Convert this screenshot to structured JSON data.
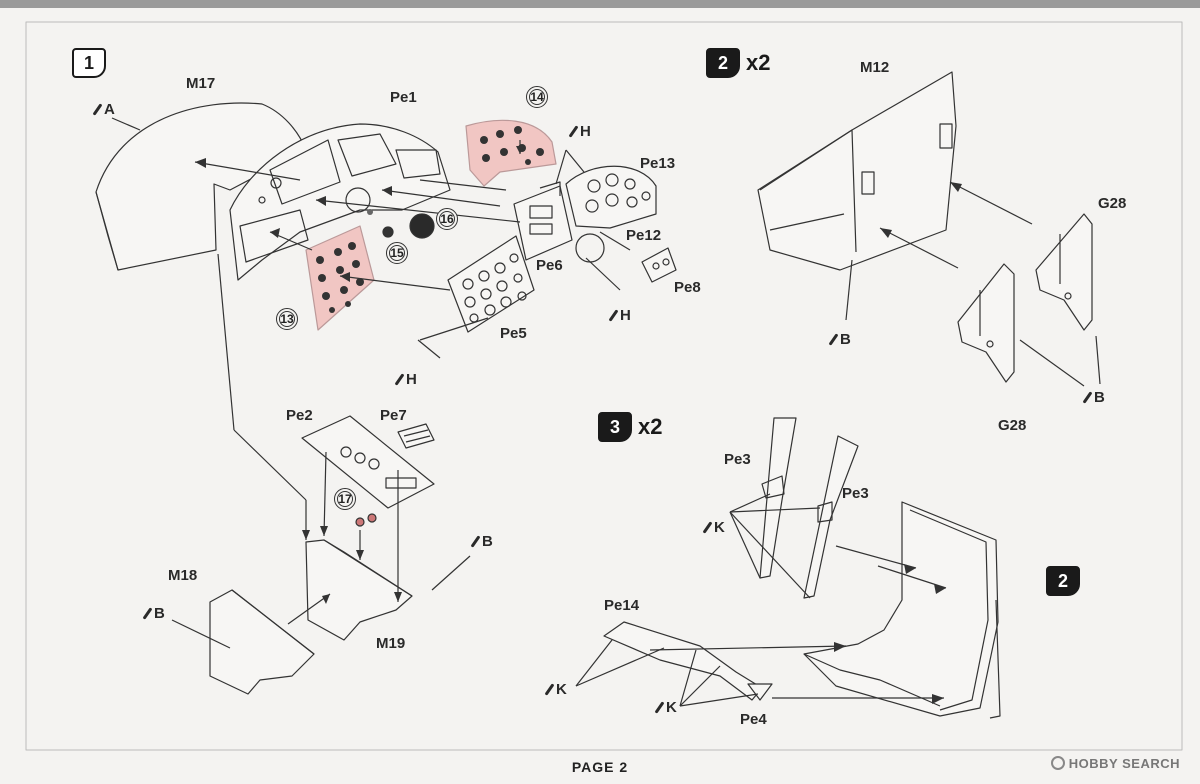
{
  "page": {
    "footer": "PAGE 2"
  },
  "watermark": "HOBBY SEARCH",
  "steps": [
    {
      "number": "1",
      "multiplier": ""
    },
    {
      "number": "2",
      "multiplier": "x2"
    },
    {
      "number": "3",
      "multiplier": "x2"
    }
  ],
  "step_ref": "2",
  "part_labels": {
    "m17": "M17",
    "pe1": "Pe1",
    "pe13": "Pe13",
    "pe12": "Pe12",
    "pe6": "Pe6",
    "pe8": "Pe8",
    "pe5": "Pe5",
    "pe2": "Pe2",
    "pe7": "Pe7",
    "m18": "M18",
    "m19": "M19",
    "m12": "M12",
    "g28a": "G28",
    "g28b": "G28",
    "pe3a": "Pe3",
    "pe3b": "Pe3",
    "pe14": "Pe14",
    "pe4": "Pe4"
  },
  "glue_labels": {
    "a1": "A",
    "h1": "H",
    "h2": "H",
    "h3": "H",
    "b1": "B",
    "b2": "B",
    "b3": "B",
    "b4": "B",
    "k1": "K",
    "k2": "K",
    "k3": "K"
  },
  "callouts": {
    "c13": "13",
    "c14": "14",
    "c15": "15",
    "c16": "16",
    "c17": "17"
  },
  "colors": {
    "decal_pink": "#f1c6c3",
    "line": "#333333",
    "background": "#f4f3f1"
  }
}
